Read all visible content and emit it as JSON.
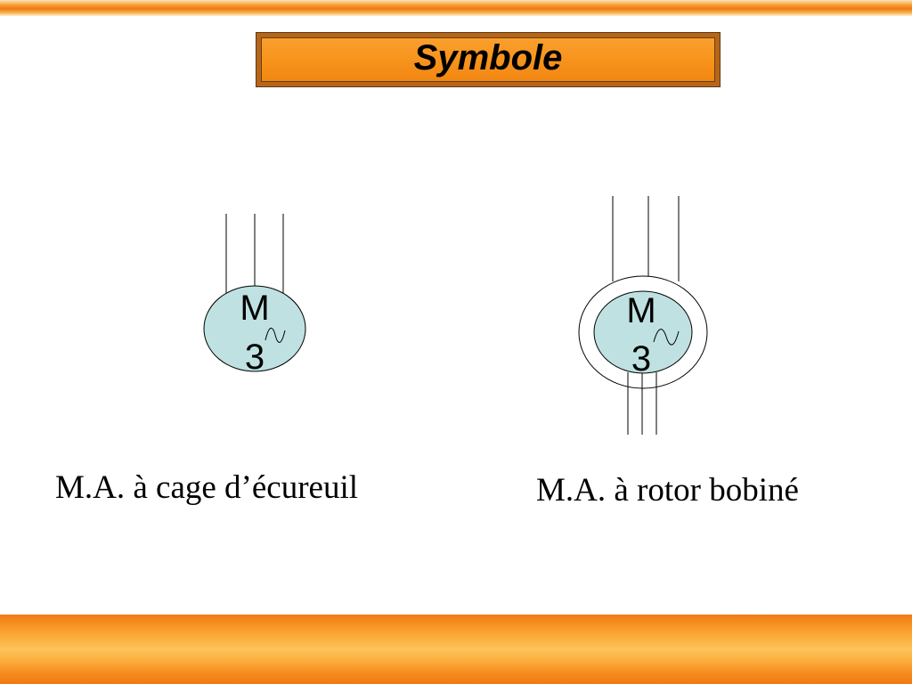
{
  "title": "Symbole",
  "motors": [
    {
      "letter": "M",
      "phases": "3",
      "tilde": "~",
      "caption": "M.A. à cage d’écureuil"
    },
    {
      "letter": "M",
      "phases": "3",
      "tilde": "~",
      "caption": "M.A. à rotor bobiné"
    }
  ],
  "colors": {
    "motor_fill": "#bfe1e1",
    "accent_orange": "#f7941c"
  }
}
